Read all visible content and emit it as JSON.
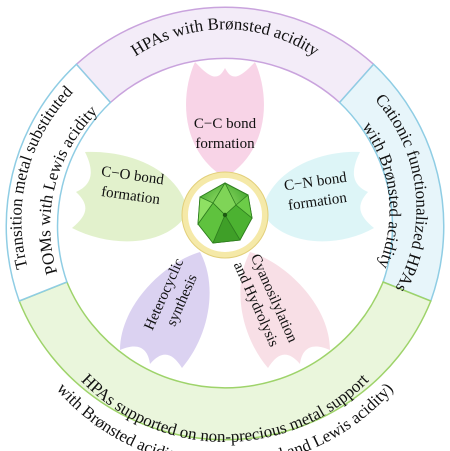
{
  "outer_ring": {
    "top": "HPAs with Brønsted acidity",
    "right_line1": "Cationic functionalized HPAs",
    "right_line2": "with Brønsted acidity",
    "left_line1": "Transition metal substituted",
    "left_line2": "POMs with Lewis acidity",
    "bottom_line1": "HPAs supported on non-precious metal support",
    "bottom_line2": "with Brønsted acidity (both Brønsted and Lewis acidity)"
  },
  "petals": {
    "cc_line1": "C−C bond",
    "cc_line2": "formation",
    "cn_line1": "C−N bond",
    "cn_line2": "formation",
    "co_line1": "C−O bond",
    "co_line2": "formation",
    "cyano_line1": "Cyanosilylation",
    "cyano_line2": "and Hydrolysis",
    "hetero_line1": "Heterocyclic",
    "hetero_line2": "synthesis"
  },
  "colors": {
    "ring_top": "#f3ecf8",
    "ring_right": "#e7f5fa",
    "ring_left": "#ffffff",
    "ring_bottom": "#eaf6dc",
    "ring_stroke_top": "#c9a3dd",
    "ring_stroke_right": "#8fcde4",
    "ring_stroke_bottom": "#9ed36a",
    "petal_pink": "#f7cfe4",
    "petal_cyan": "#d9f4f6",
    "petal_green": "#dff0c6",
    "petal_purple": "#d7cdf0",
    "petal_rose": "#f7dce3",
    "center_ring": "#f5e9a8",
    "center_cluster": "#5ac33a"
  },
  "center_icon": "polyoxometalate-cluster-icon"
}
